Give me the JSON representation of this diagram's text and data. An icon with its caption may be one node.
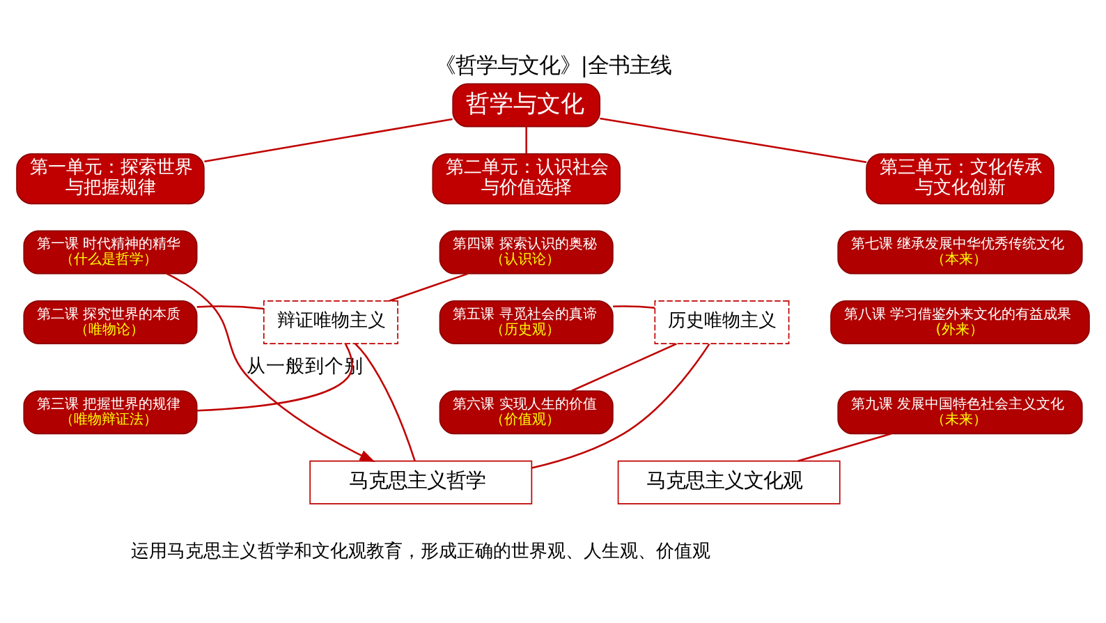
{
  "diagram": {
    "title": "《哲学与文化》|全书主线",
    "caption": "运用马克思主义哲学和文化观教育，形成正确的世界观、人生观、价值观",
    "nodes": [
      {
        "text": [
          "哲学与文化"
        ]
      },
      {
        "text": [
          "第一单元：探索世界与把握规律"
        ]
      },
      {
        "text": [
          "第一课 时代精神的精华",
          "（什么是哲学）"
        ]
      },
      {
        "text": [
          "第二课 探究世界的本质",
          "（唯物论）"
        ]
      },
      {
        "text": [
          "第三课 把握世界的规律",
          "（唯物辩证法）"
        ]
      },
      {
        "text": [
          "第二单元：认识社会与价值选择"
        ]
      },
      {
        "text": [
          "第四课 探索认识的奥秘",
          "（认识论）"
        ]
      },
      {
        "text": [
          "第五课 寻觅社会的真谛",
          "（历史观）"
        ]
      },
      {
        "text": [
          "第六课 实现人生的价值",
          "（价值观）"
        ]
      },
      {
        "text": [
          "第三单元：文化传承与文化创新"
        ]
      },
      {
        "text": [
          "第七课 继承发展中华优秀传统文化",
          "（本来）"
        ]
      },
      {
        "text": [
          "第八课 学习借鉴外来文化的有益成果",
          "(外来）"
        ]
      },
      {
        "text": [
          "第九课 发展中国特色社会主义文化",
          "（未来）"
        ]
      },
      {
        "text": [
          "辩证唯物主义"
        ]
      },
      {
        "text": [
          "历史唯物主义"
        ]
      },
      {
        "text": [
          "马克思主义哲学"
        ]
      },
      {
        "text": [
          "马克思主义文化观"
        ]
      }
    ],
    "edges": [
      {
        "from": 0,
        "to": 1,
        "arrow": "none"
      },
      {
        "from": 0,
        "to": 5,
        "arrow": "none"
      },
      {
        "from": 0,
        "to": 9,
        "arrow": "none"
      },
      {
        "from": 3,
        "to": 13,
        "arrow": "none"
      },
      {
        "from": 4,
        "to": 13,
        "arrow": "none"
      },
      {
        "from": 6,
        "to": 13,
        "arrow": "none"
      },
      {
        "from": 7,
        "to": 14,
        "arrow": "none"
      },
      {
        "from": 8,
        "to": 14,
        "arrow": "none"
      },
      {
        "from": 13,
        "to": 15,
        "arrow": "none"
      },
      {
        "from": 14,
        "to": 15,
        "arrow": "none"
      },
      {
        "from": 12,
        "to": 16,
        "arrow": "none"
      },
      {
        "from": 2,
        "to": 15,
        "arrow": "to",
        "label": "从一般到个别"
      }
    ]
  }
}
